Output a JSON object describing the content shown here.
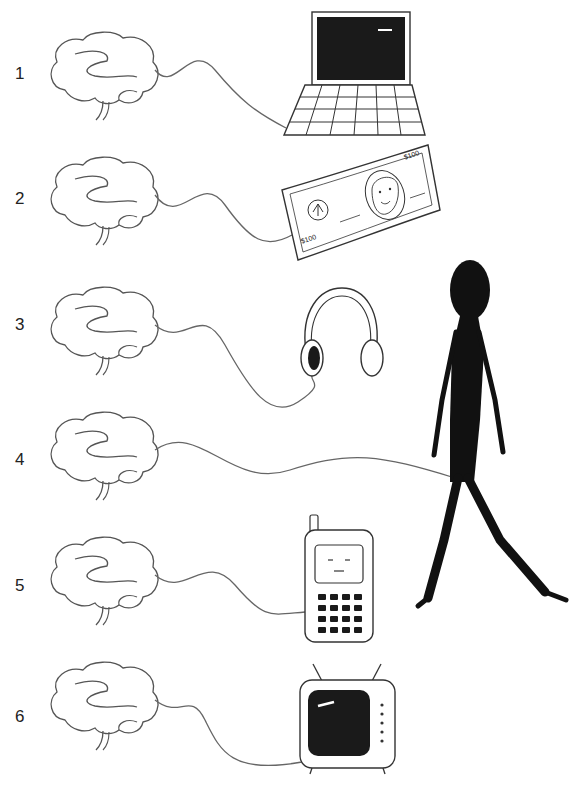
{
  "diagram": {
    "labels": [
      "1",
      "2",
      "3",
      "4",
      "5",
      "6",
      "$100",
      "$100"
    ]
  }
}
